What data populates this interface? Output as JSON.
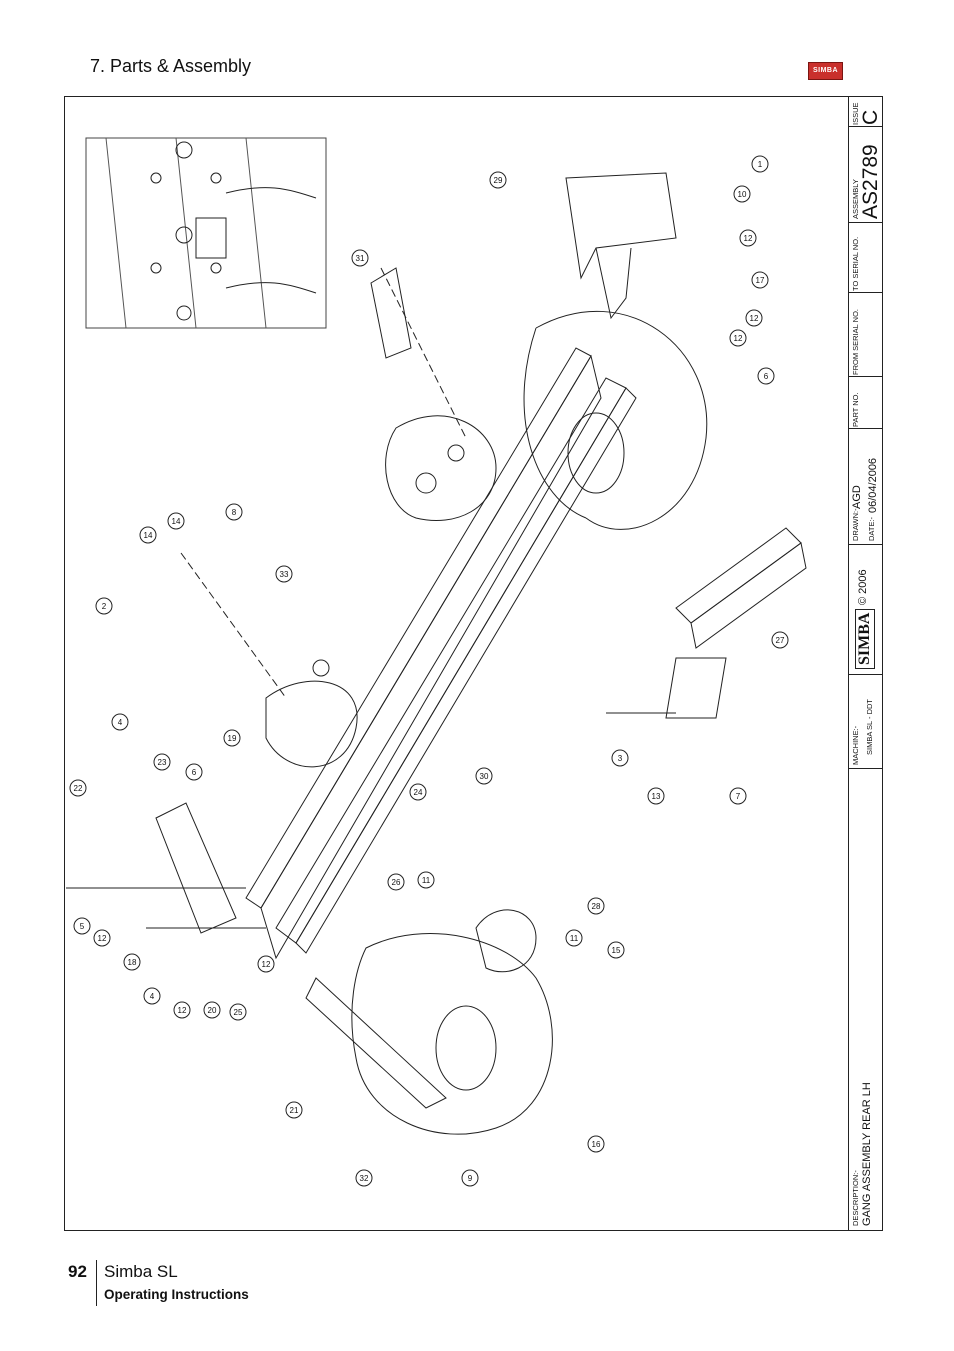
{
  "header": {
    "section_title": "7. Parts & Assembly",
    "logo_text": "SIMBA"
  },
  "title_block": {
    "issue_label": "ISSUE",
    "issue_value": "C",
    "assembly_label": "ASSEMBLY",
    "assembly_value": "AS2789",
    "to_serial_label": "TO SERIAL NO.",
    "from_serial_label": "FROM SERIAL NO.",
    "part_no_label": "PART NO.",
    "drawn_label": "DRAWN:-",
    "drawn_value": "AGD",
    "date_label": "DATE:-",
    "date_value": "06/04/2006",
    "copyright": "© 2006",
    "brand": "SIMBA",
    "machine_label": "MACHINE:-",
    "machine_value": "SIMBA SL - DDT",
    "description_label": "DESCRIPTION:-",
    "description_value": "GANG ASSEMBLY REAR LH"
  },
  "callouts": [
    "1",
    "10",
    "12",
    "29",
    "17",
    "12",
    "12",
    "6",
    "31",
    "8",
    "14",
    "14",
    "2",
    "33",
    "27",
    "3",
    "13",
    "7",
    "4",
    "19",
    "23",
    "22",
    "6",
    "24",
    "30",
    "26",
    "11",
    "28",
    "5",
    "12",
    "18",
    "4",
    "12",
    "20",
    "25",
    "12",
    "11",
    "15",
    "21",
    "16",
    "32",
    "9"
  ],
  "footer": {
    "page_number": "92",
    "model": "Simba SL",
    "subtitle": "Operating Instructions"
  }
}
